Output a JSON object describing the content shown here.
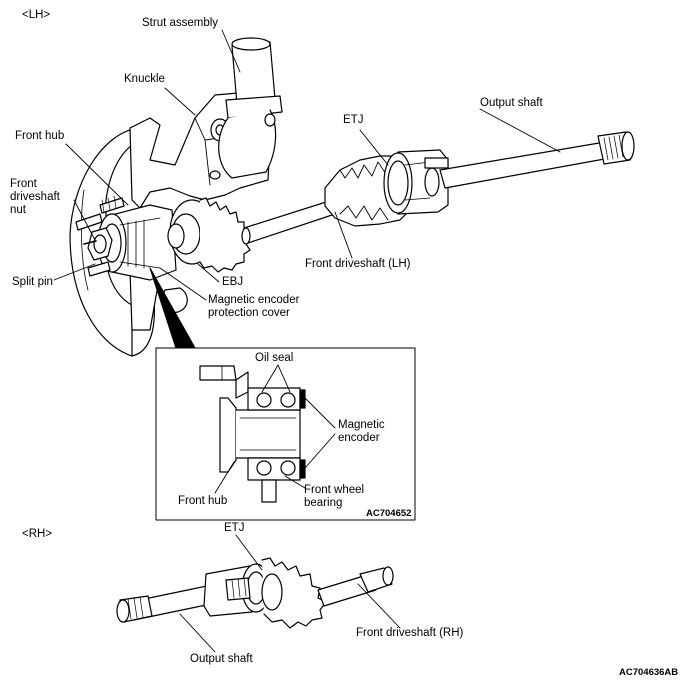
{
  "sections": {
    "lh": "<LH>",
    "rh": "<RH>"
  },
  "labels": {
    "strut_assembly": "Strut assembly",
    "knuckle": "Knuckle",
    "front_hub": "Front hub",
    "front_driveshaft_nut": "Front\ndriveshaft\nnut",
    "split_pin": "Split pin",
    "ebj": "EBJ",
    "magnetic_encoder_protection_cover": "Magnetic encoder\nprotection cover",
    "etj_lh": "ETJ",
    "output_shaft_lh": "Output shaft",
    "front_driveshaft_lh": "Front driveshaft (LH)"
  },
  "inset": {
    "oil_seal": "Oil seal",
    "magnetic_encoder": "Magnetic\nencoder",
    "front_hub": "Front hub",
    "front_wheel_bearing": "Front wheel\nbearing",
    "code": "AC704652"
  },
  "rh": {
    "etj": "ETJ",
    "output_shaft": "Output shaft",
    "front_driveshaft_rh": "Front driveshaft (RH)"
  },
  "figure_code": "AC704636AB"
}
